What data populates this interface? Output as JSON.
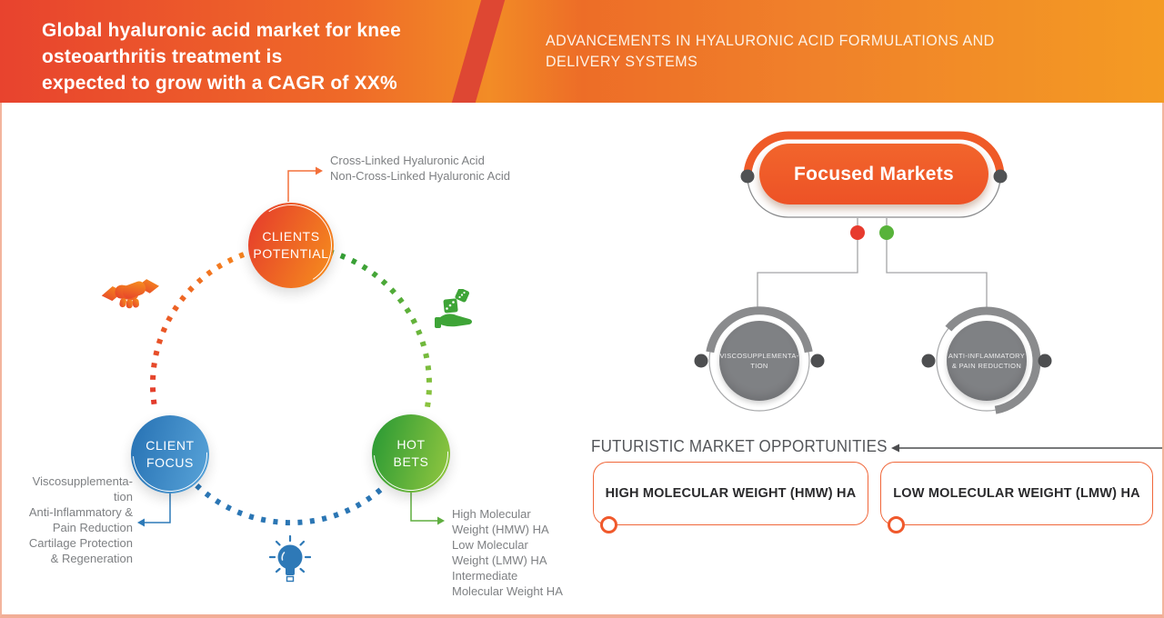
{
  "header": {
    "title": "Global hyaluronic acid market for knee\nosteoarthritis treatment is\nexpected to grow with a CAGR of XX%",
    "subtitle": "ADVANCEMENTS IN HYALURONIC ACID FORMULATIONS AND\nDELIVERY SYSTEMS"
  },
  "cycle": {
    "clients_potential": {
      "label": "CLIENTS\nPOTENTIAL",
      "callout": "Cross-Linked Hyaluronic Acid\nNon-Cross-Linked Hyaluronic Acid"
    },
    "client_focus": {
      "label": "CLIENT\nFOCUS",
      "callout": "Viscosupplementa-\ntion\nAnti-Inflammatory &\nPain Reduction\nCartilage Protection\n& Regeneration"
    },
    "hot_bets": {
      "label": "HOT\nBETS",
      "callout": "High Molecular\nWeight (HMW) HA\nLow Molecular\nWeight (LMW) HA\nIntermediate\nMolecular Weight HA"
    }
  },
  "focused_markets": {
    "title": "Focused Markets",
    "nodes": [
      {
        "label": "VISCOSUPPLEMENTA-\nTION"
      },
      {
        "label": "ANTI-INFLAMMATORY\n& PAIN REDUCTION"
      }
    ]
  },
  "opportunities": {
    "heading": "FUTURISTIC MARKET OPPORTUNITIES",
    "items": [
      "HIGH MOLECULAR WEIGHT (HMW) HA",
      "LOW MOLECULAR WEIGHT (LMW) HA"
    ]
  },
  "colors": {
    "header_gradient_left": "#e8432e",
    "header_gradient_right": "#f49b23",
    "accent_orange": "#f05a28",
    "accent_blue": "#2d7ab8",
    "accent_green": "#52aa3c",
    "body_text_gray": "#7e8083",
    "node_gray": "#7f8184",
    "red_dot": "#e73b2e",
    "green_dot": "#58b33a",
    "frame_pink": "#f3b49d"
  }
}
